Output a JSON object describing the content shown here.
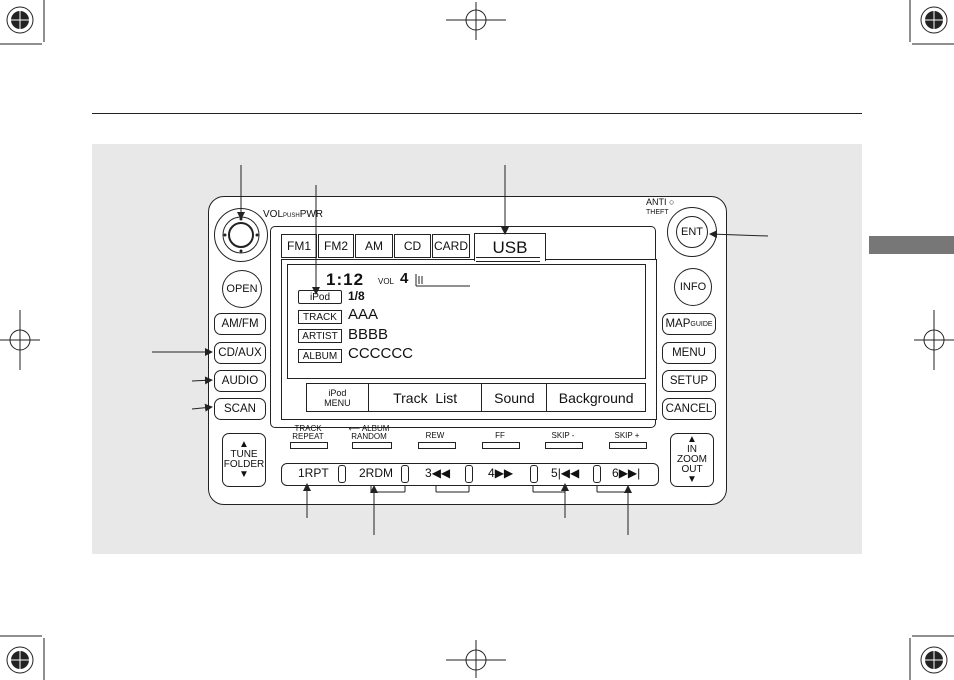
{
  "top_labels": {
    "vol": "VOL",
    "push": "PUSH",
    "pwr": "PWR",
    "anti": "ANTI",
    "theft": "THEFT"
  },
  "tabs": [
    "FM1",
    "FM2",
    "AM",
    "CD",
    "CARD"
  ],
  "active_tab": "USB",
  "display": {
    "time": "1:12",
    "vol_label": "VOL",
    "vol_value": "4",
    "source_label": "iPod",
    "position": "1/8",
    "track_label": "TRACK",
    "track_value": "AAA",
    "artist_label": "ARTIST",
    "artist_value": "BBBB",
    "album_label": "ALBUM",
    "album_value": "CCCCCC"
  },
  "menu_row": {
    "ipod_menu_1": "iPod",
    "ipod_menu_2": "MENU",
    "track_list": "Track  List",
    "sound": "Sound",
    "background": "Background"
  },
  "left_buttons": {
    "open": "OPEN",
    "amfm": "AM/FM",
    "cdaux": "CD/AUX",
    "audio": "AUDIO",
    "scan": "SCAN",
    "tune": "TUNE",
    "folder": "FOLDER"
  },
  "right_buttons": {
    "ent": "ENT",
    "info": "INFO",
    "map": "MAP",
    "guide": "GUIDE",
    "menu": "MENU",
    "setup": "SETUP",
    "cancel": "CANCEL",
    "in": "IN",
    "zoom": "ZOOM",
    "out": "OUT"
  },
  "function_labels": {
    "track": "TRACK",
    "repeat": "REPEAT",
    "album": "ALBUM",
    "random": "RANDOM",
    "rew": "REW",
    "ff": "FF",
    "skip_minus": "SKIP -",
    "skip_plus": "SKIP +"
  },
  "presets": {
    "p1": "1RPT",
    "p2": "2RDM",
    "p3": "3",
    "p4": "4",
    "p5": "5",
    "p6": "6"
  }
}
